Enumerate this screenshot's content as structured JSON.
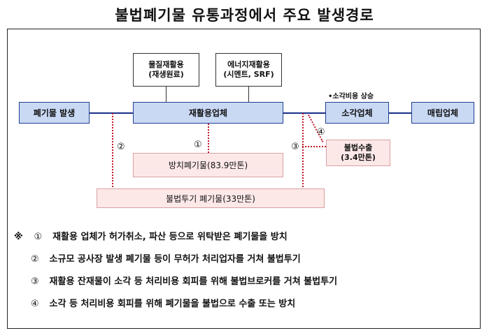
{
  "title": "불법폐기물 유통과정에서 주요 발생경로",
  "boxes": {
    "waste_generation": "폐기물 발생",
    "recycling_company": "재활용업체",
    "material_recycling_title": "물질재활용",
    "material_recycling_sub": "(재생원료)",
    "energy_recycling_title": "에너지재활용",
    "energy_recycling_sub": "(시멘트, SRF)",
    "incineration_company": "소각업체",
    "landfill_company": "매립업체",
    "neglected_waste": "방치폐기물(83.9만톤)",
    "illegal_dumping": "불법투기 폐기물(33만톤)",
    "illegal_export_title": "불법수출",
    "illegal_export_sub": "(3.4만톤)"
  },
  "labels": {
    "incineration_cost_note": "•소각비용 상승",
    "marker_1": "①",
    "marker_2": "②",
    "marker_3": "③",
    "marker_4": "④"
  },
  "notes": {
    "prefix": "※",
    "items": [
      {
        "marker": "①",
        "text": "재활용 업체가 허가취소, 파산 등으로 위탁받은 폐기물을 방치"
      },
      {
        "marker": "②",
        "text": "소규모 공사장 발생 폐기물 등이 무허가 처리업자를 거쳐 불법투기"
      },
      {
        "marker": "③",
        "text": "재활용 잔재물이 소각 등 처리비용 회피를 위해 불법브로커를 거쳐 불법투기"
      },
      {
        "marker": "④",
        "text": "소각 등 처리비용 회피를 위해 폐기물을 불법으로 수출 또는 방치"
      }
    ]
  }
}
